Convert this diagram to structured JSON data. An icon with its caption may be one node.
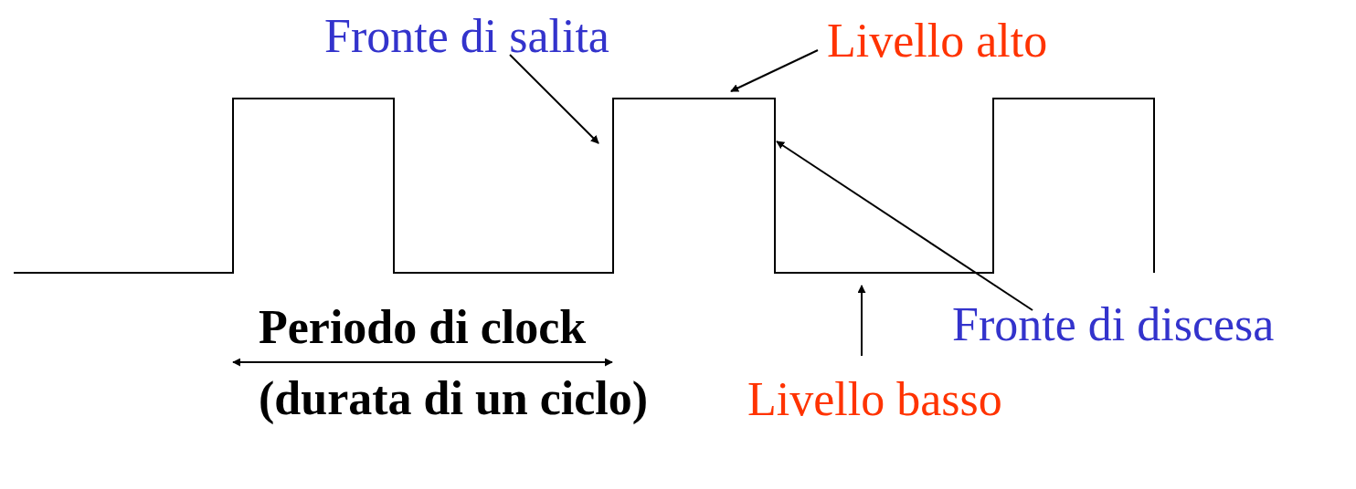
{
  "diagram": {
    "nodes": [
      {
        "text": [
          "Fronte di salita"
        ]
      },
      {
        "text": [
          "Livello alto"
        ]
      },
      {
        "text": [
          "Fronte di discesa"
        ]
      },
      {
        "text": [
          "Livello basso"
        ]
      }
    ],
    "edges": [
      {
        "from": 0,
        "to": null,
        "arrow": "to"
      },
      {
        "from": 1,
        "to": null,
        "arrow": "to"
      },
      {
        "from": 2,
        "to": null,
        "arrow": "to"
      },
      {
        "from": 3,
        "to": null,
        "arrow": "to"
      }
    ],
    "labels": [
      "Periodo di clock (durata di un ciclo)"
    ]
  }
}
